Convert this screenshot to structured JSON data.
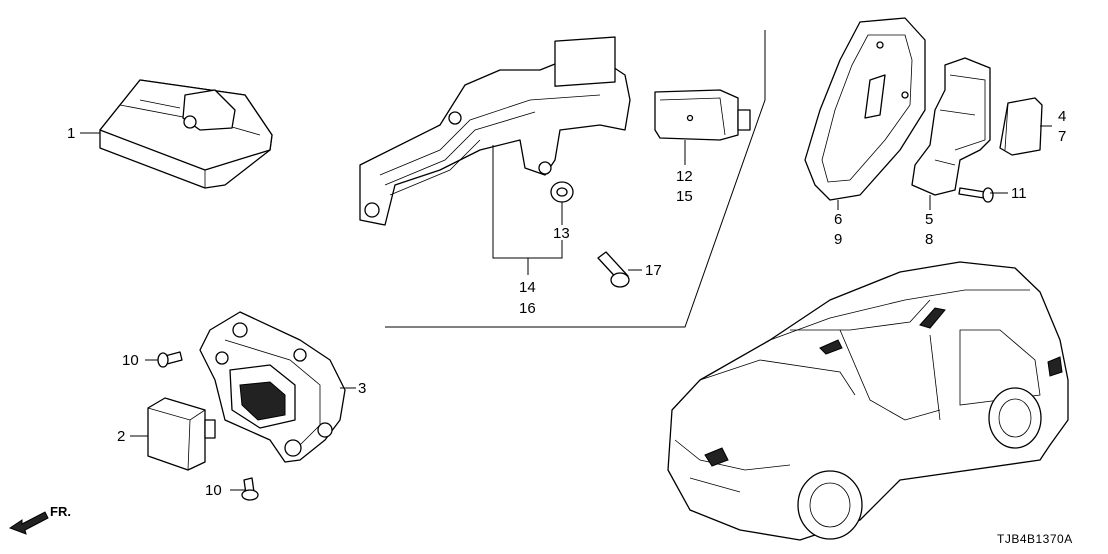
{
  "diagram": {
    "code": "TJB4B1370A",
    "direction_label": "FR.",
    "callouts": {
      "p1": "1",
      "p2": "2",
      "p3": "3",
      "p4": "4",
      "p5": "5",
      "p6": "6",
      "p7": "7",
      "p8": "8",
      "p9": "9",
      "p10a": "10",
      "p10b": "10",
      "p11": "11",
      "p12": "12",
      "p13": "13",
      "p14": "14",
      "p15": "15",
      "p16": "16",
      "p17": "17"
    }
  }
}
